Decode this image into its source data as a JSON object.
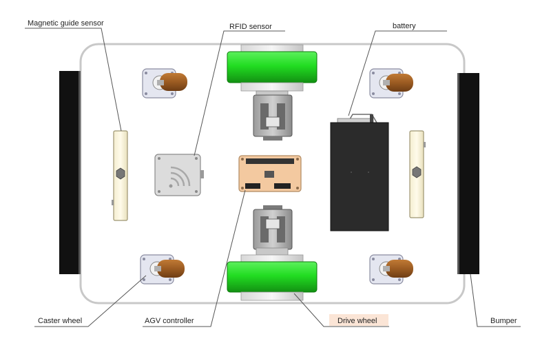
{
  "labels": {
    "magnetic_guide_sensor": "Magnetic guide sensor",
    "rfid_sensor": "RFID sensor",
    "battery": "battery",
    "caster_wheel": "Caster wheel",
    "agv_controller": "AGV controller",
    "drive_wheel": "Drive wheel",
    "bumper": "Bumper"
  },
  "colors": {
    "chassis_outline": "#c8c8c8",
    "bumper": "#111111",
    "drive_wheel": "#22dd22",
    "drive_wheel_dark": "#159a15",
    "caster_tire": "#9b5b22",
    "battery": "#2b2b2b",
    "controller_board": "#f3c9a0",
    "highlight_label_bg": "#fbe5d6",
    "leader_line": "#555555"
  }
}
